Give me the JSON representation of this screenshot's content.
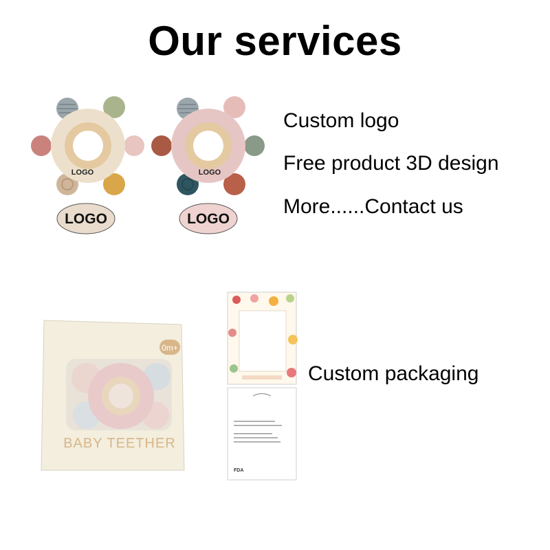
{
  "title": "Our services",
  "features": [
    "Custom logo",
    "Free product 3D design",
    "More......Contact us"
  ],
  "logo_mark": "LOGO",
  "logo_badge": "LOGO",
  "packaging_label": "Custom packaging",
  "box": {
    "age_badge": "0m+",
    "product_name": "BABY TEETHER"
  },
  "card": {
    "brand": "FDA"
  },
  "colors": {
    "beige_ring": "#ece0cc",
    "pink_ring": "#e6c6c4",
    "wood": "#e4c9a1",
    "box_cream": "#f3eede",
    "gold_text": "#d8b689",
    "grey_blue": "#9aa6ac",
    "sage": "#a9b38c",
    "terracotta": "#a85a44",
    "mustard": "#d9a64a",
    "navy_teal": "#2f5561"
  }
}
